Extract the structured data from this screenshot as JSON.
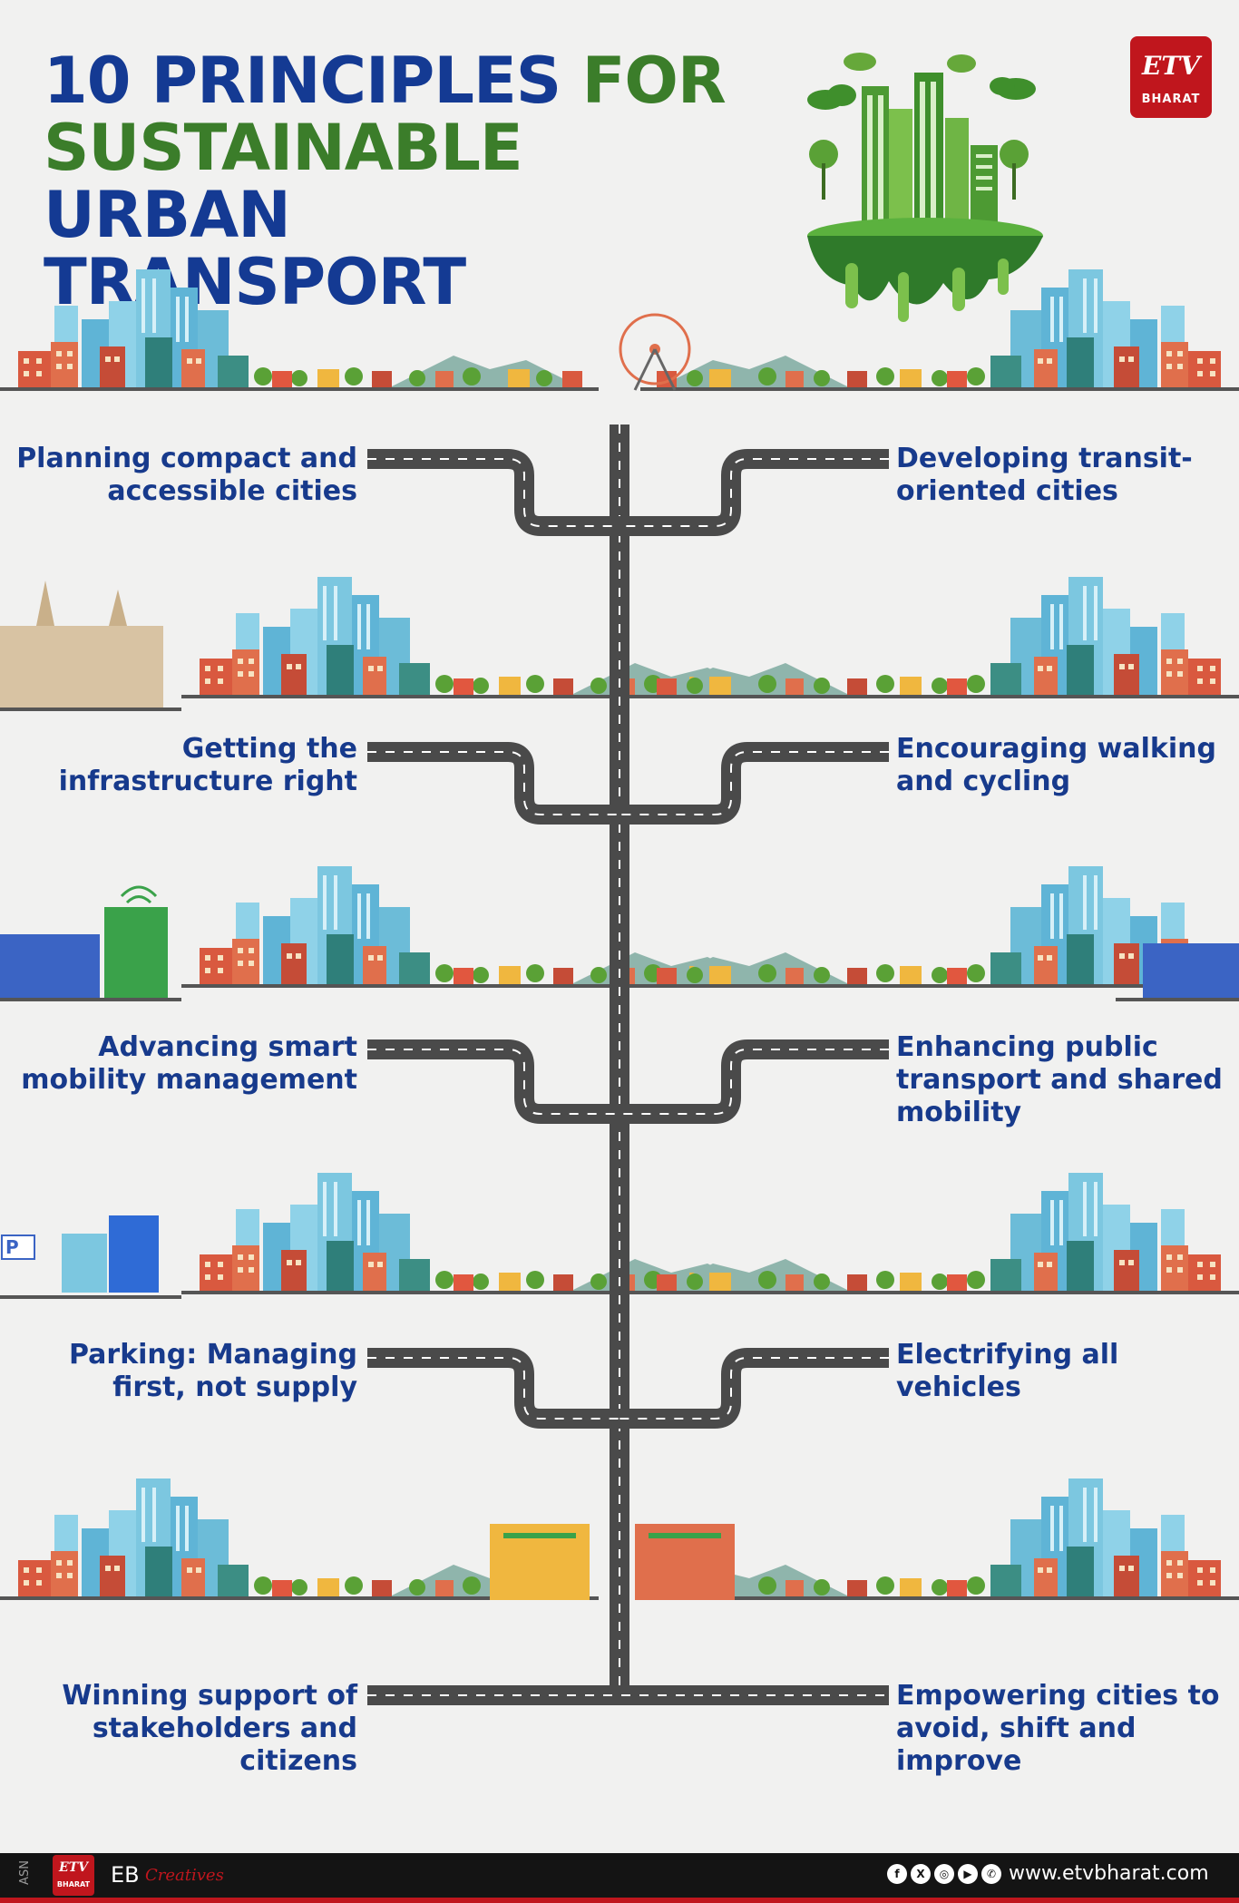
{
  "header": {
    "title_part1": "10 PRINCIPLES",
    "title_part2": "FOR",
    "title_line2": "SUSTAINABLE",
    "title_line3": "URBAN TRANSPORT"
  },
  "brand": {
    "logo_text": "ETV",
    "logo_sub": "BHARAT",
    "red": "#c0161d"
  },
  "colors": {
    "title_blue": "#143a93",
    "title_green": "#3b7d2a",
    "label_blue": "#173a8c",
    "road": "#4a4a4a"
  },
  "principles": {
    "left": [
      {
        "text_1": "Planning compact and",
        "text_2": "accessible cities"
      },
      {
        "text_1": "Getting the",
        "text_2": "infrastructure right"
      },
      {
        "text_1": "Advancing smart",
        "text_2": "mobility management"
      },
      {
        "text_1": "Parking: Managing",
        "text_2": "first, not supply"
      },
      {
        "text_1": "Winning support of",
        "text_2": "stakeholders and",
        "text_3": "citizens"
      }
    ],
    "right": [
      {
        "text_1": "Developing transit-",
        "text_2": "oriented cities"
      },
      {
        "text_1": "Encouraging walking",
        "text_2": "and cycling"
      },
      {
        "text_1": "Enhancing public",
        "text_2": "transport and shared",
        "text_3": "mobility"
      },
      {
        "text_1": "Electrifying all",
        "text_2": "vehicles"
      },
      {
        "text_1": "Empowering cities to",
        "text_2": "avoid, shift and",
        "text_3": "improve"
      }
    ]
  },
  "scenes": {
    "parking_sign": "P"
  },
  "footer": {
    "asn": "ASN",
    "logo_text": "ETV",
    "logo_sub": "BHARAT",
    "eb": "EB",
    "creatives": "Creatives",
    "website": "www.etvbharat.com",
    "social_icons": [
      "facebook-icon",
      "x-icon",
      "instagram-icon",
      "youtube-icon",
      "whatsapp-icon"
    ],
    "social_glyphs": [
      "f",
      "X",
      "◎",
      "▶",
      "✆"
    ]
  }
}
